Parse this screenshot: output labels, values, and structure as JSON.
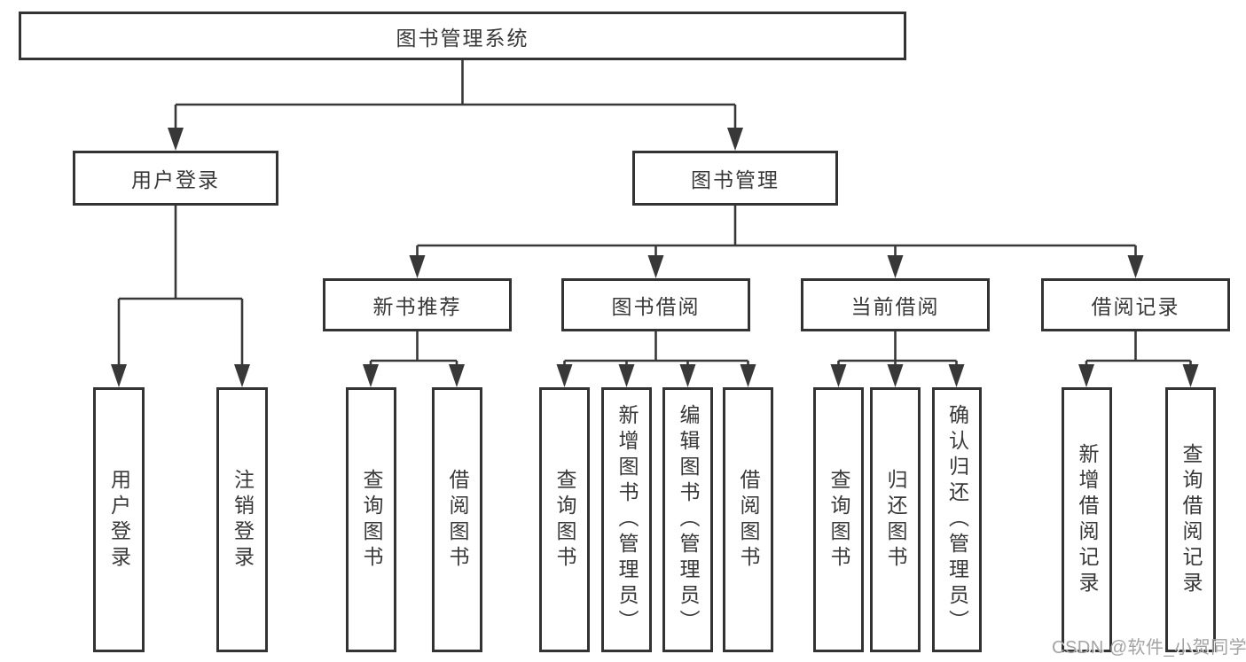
{
  "colors": {
    "background": "#ffffff",
    "box_border": "#333333",
    "connector_line": "#383838",
    "text": "#383838",
    "watermark_text": "#a3a3a3"
  },
  "tree": {
    "root": "图书管理系统",
    "level2": [
      "用户登录",
      "图书管理"
    ],
    "level3": [
      "新书推荐",
      "图书借阅",
      "当前借阅",
      "借阅记录"
    ],
    "leaves": {
      "user_login": [
        "用户登录",
        "注销登录"
      ],
      "new_book_recommend": [
        "查询图书",
        "借阅图书"
      ],
      "book_borrow": [
        "查询图书",
        "新增图书（管理员）",
        "编辑图书（管理员）",
        "借阅图书"
      ],
      "current_borrow": [
        "查询图书",
        "归还图书",
        "确认归还（管理员）"
      ],
      "borrow_records": [
        "新增借阅记录",
        "查询借阅记录"
      ]
    }
  },
  "watermark": {
    "text": "CSDN @软件_小贺同学"
  }
}
